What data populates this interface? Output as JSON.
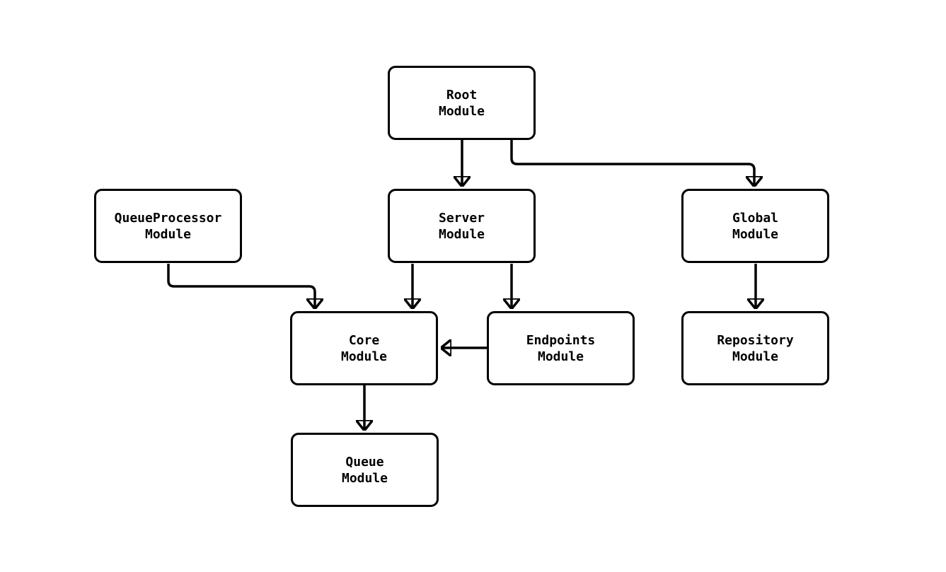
{
  "diagram": {
    "type": "flowchart",
    "colors": {
      "background": "#ffffff",
      "node_fill": "#ffffff",
      "node_border": "#000000",
      "edge": "#000000",
      "text": "#000000"
    },
    "nodes": {
      "root": {
        "line1": "Root",
        "line2": "Module"
      },
      "queueprocessor": {
        "line1": "QueueProcessor",
        "line2": "Module"
      },
      "server": {
        "line1": "Server",
        "line2": "Module"
      },
      "global": {
        "line1": "Global",
        "line2": "Module"
      },
      "core": {
        "line1": "Core",
        "line2": "Module"
      },
      "endpoints": {
        "line1": "Endpoints",
        "line2": "Module"
      },
      "repository": {
        "line1": "Repository",
        "line2": "Module"
      },
      "queue": {
        "line1": "Queue",
        "line2": "Module"
      }
    },
    "edges": [
      {
        "from": "Root Module",
        "to": "Server Module"
      },
      {
        "from": "Root Module",
        "to": "Global Module"
      },
      {
        "from": "QueueProcessor Module",
        "to": "Core Module"
      },
      {
        "from": "Server Module",
        "to": "Core Module"
      },
      {
        "from": "Server Module",
        "to": "Endpoints Module"
      },
      {
        "from": "Endpoints Module",
        "to": "Core Module"
      },
      {
        "from": "Global Module",
        "to": "Repository Module"
      },
      {
        "from": "Core Module",
        "to": "Queue Module"
      }
    ]
  }
}
